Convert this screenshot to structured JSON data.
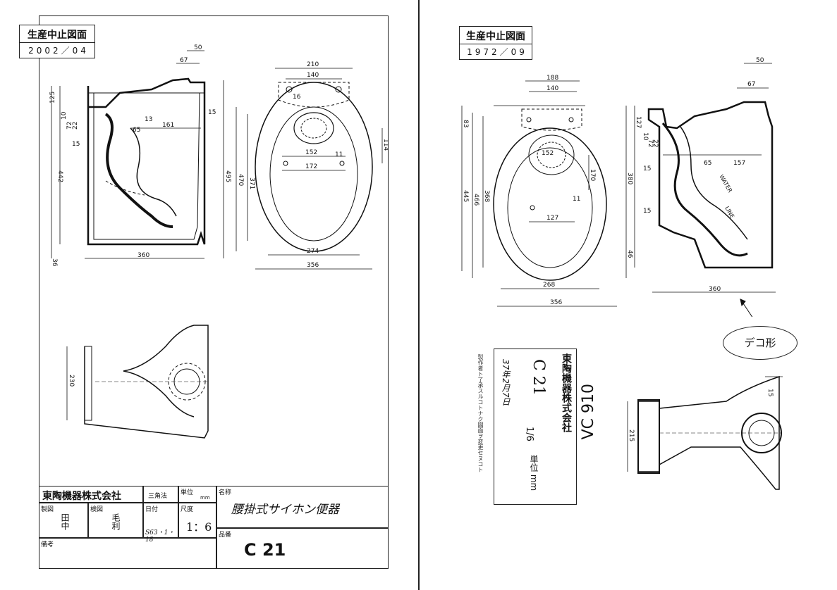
{
  "divider_color": "#222222",
  "left_sheet": {
    "stamp": {
      "title": "生産中止図面",
      "date": "2002／04"
    },
    "dimensions": {
      "side_view": [
        "50",
        "67",
        "125",
        "15",
        "442",
        "161",
        "65",
        "13",
        "360",
        "36",
        "10",
        "72",
        "15",
        "22"
      ],
      "top_view": [
        "210",
        "140",
        "495",
        "470",
        "371",
        "114",
        "152",
        "172",
        "274",
        "356",
        "16",
        "11"
      ],
      "bottom_view": [
        "230"
      ]
    },
    "title_block": {
      "company": "東陶機器株式会社",
      "projection_label": "三角法",
      "unit_label": "単位",
      "unit_value": "mm",
      "name_label": "名称",
      "name_value": "腰掛式サイホン便器",
      "drafter_label": "製図",
      "drafter_value": "田中",
      "checker_label": "検図",
      "checker_value": "毛利",
      "date_label": "日付",
      "date_value": "S63・1・18",
      "scale_label": "尺度",
      "scale_value": "1：6",
      "part_no_label": "品番",
      "part_no_value": "C 21",
      "remarks_label": "備考"
    }
  },
  "right_sheet": {
    "stamp": {
      "title": "生産中止図面",
      "date": "1972／09"
    },
    "dimensions": {
      "top_view": [
        "188",
        "140",
        "83",
        "445",
        "466",
        "368",
        "152",
        "170",
        "127",
        "268",
        "356",
        "11"
      ],
      "side_view": [
        "50",
        "67",
        "127",
        "380",
        "10",
        "72",
        "22",
        "15",
        "65",
        "157",
        "15",
        "46",
        "360"
      ],
      "flow_labels": [
        "WATER",
        "LINE"
      ],
      "bottom_view": [
        "215",
        "15"
      ]
    },
    "callout": "デコ形",
    "card": {
      "company": "東陶機器株式会社",
      "model": "C 21",
      "scale": "1/6",
      "drawing_no": "VC 910",
      "unit": "単位 mm",
      "date": "37年2月7日",
      "note": "製作者ト了承スルコトナク図面ヲ変更セヌコト"
    }
  }
}
